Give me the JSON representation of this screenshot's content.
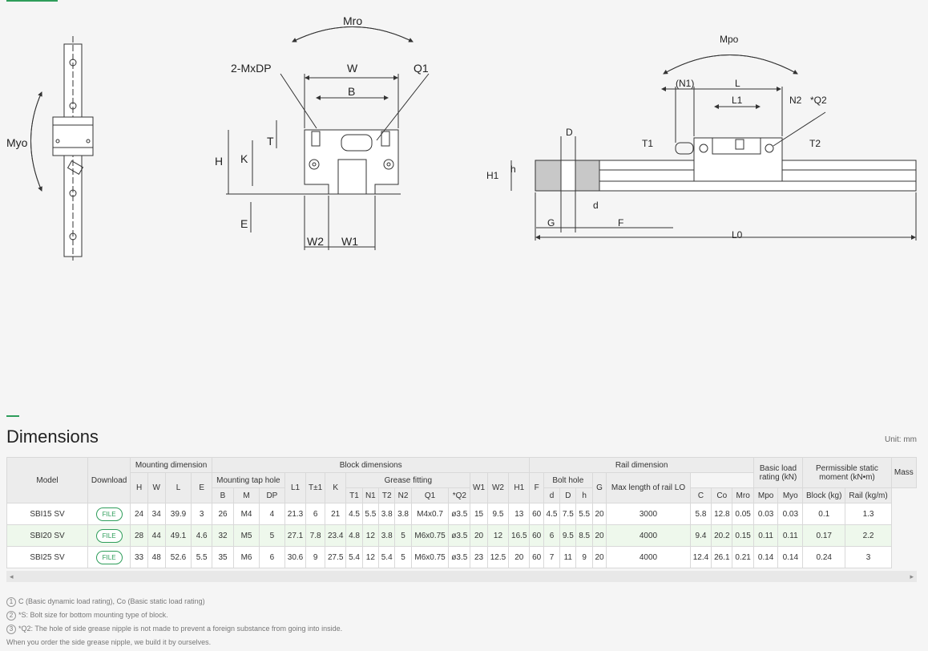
{
  "drawing": {
    "labels": {
      "myo": "Myo",
      "mro": "Mro",
      "mpo": "Mpo",
      "mxdp": "2-MxDP",
      "w": "W",
      "q1": "Q1",
      "b": "B",
      "t": "T",
      "h": "H",
      "k": "K",
      "e": "E",
      "w2": "W2",
      "w1": "W1",
      "n1": "(N1)",
      "l": "L",
      "l1": "L1",
      "n2": "N2",
      "q2": "*Q2",
      "t1": "T1",
      "t2": "T2",
      "d_big": "D",
      "h1": "H1",
      "h_small": "h",
      "d_small": "d",
      "g": "G",
      "f": "F",
      "l0": "L0"
    }
  },
  "section": {
    "title": "Dimensions",
    "unit": "Unit: mm"
  },
  "table": {
    "group_headers": {
      "model": "Model",
      "download": "Download",
      "mounting": "Mounting dimension",
      "block": "Block dimensions",
      "rail": "Rail dimension",
      "basic_load": "Basic load rating (kN)",
      "permissible": "Permissible static moment (kN•m)",
      "mass": "Mass"
    },
    "sub_headers": {
      "mounting_tap": "Mounting tap hole",
      "grease": "Grease fitting",
      "bolt_hole": "Bolt hole"
    },
    "columns": {
      "H": "H",
      "W": "W",
      "L": "L",
      "E": "E",
      "B": "B",
      "M": "M",
      "DP": "DP",
      "L1": "L1",
      "T": "T±1",
      "K": "K",
      "T1": "T1",
      "N1": "N1",
      "T2": "T2",
      "N2": "N2",
      "Q1": "Q1",
      "Q2": "*Q2",
      "W1": "W1",
      "W2": "W2",
      "H1": "H1",
      "F": "F",
      "d": "d",
      "D": "D",
      "h": "h",
      "G": "G",
      "maxlen": "Max length of rail LO",
      "C": "C",
      "Co": "Co",
      "Mro": "Mro",
      "Mpo": "Mpo",
      "Myo": "Myo",
      "block_kg": "Block (kg)",
      "rail_kgm": "Rail (kg/m)"
    },
    "file_label": "FILE",
    "rows": [
      {
        "model": "SBI15 SV",
        "H": "24",
        "W": "34",
        "L": "39.9",
        "E": "3",
        "B": "26",
        "M": "M4",
        "DP": "4",
        "L1": "21.3",
        "T": "6",
        "K": "21",
        "T1": "4.5",
        "N1": "5.5",
        "T2": "3.8",
        "N2": "3.8",
        "Q1": "M4x0.7",
        "Q2": "ø3.5",
        "W1": "15",
        "W2": "9.5",
        "H1": "13",
        "F": "60",
        "d": "4.5",
        "D": "7.5",
        "h": "5.5",
        "G": "20",
        "maxlen": "3000",
        "C": "5.8",
        "Co": "12.8",
        "Mro": "0.05",
        "Mpo": "0.03",
        "Myo": "0.03",
        "block_kg": "0.1",
        "rail_kgm": "1.3"
      },
      {
        "model": "SBI20 SV",
        "H": "28",
        "W": "44",
        "L": "49.1",
        "E": "4.6",
        "B": "32",
        "M": "M5",
        "DP": "5",
        "L1": "27.1",
        "T": "7.8",
        "K": "23.4",
        "T1": "4.8",
        "N1": "12",
        "T2": "3.8",
        "N2": "5",
        "Q1": "M6x0.75",
        "Q2": "ø3.5",
        "W1": "20",
        "W2": "12",
        "H1": "16.5",
        "F": "60",
        "d": "6",
        "D": "9.5",
        "h": "8.5",
        "G": "20",
        "maxlen": "4000",
        "C": "9.4",
        "Co": "20.2",
        "Mro": "0.15",
        "Mpo": "0.11",
        "Myo": "0.11",
        "block_kg": "0.17",
        "rail_kgm": "2.2"
      },
      {
        "model": "SBI25 SV",
        "H": "33",
        "W": "48",
        "L": "52.6",
        "E": "5.5",
        "B": "35",
        "M": "M6",
        "DP": "6",
        "L1": "30.6",
        "T": "9",
        "K": "27.5",
        "T1": "5.4",
        "N1": "12",
        "T2": "5.4",
        "N2": "5",
        "Q1": "M6x0.75",
        "Q2": "ø3.5",
        "W1": "23",
        "W2": "12.5",
        "H1": "20",
        "F": "60",
        "d": "7",
        "D": "11",
        "h": "9",
        "G": "20",
        "maxlen": "4000",
        "C": "12.4",
        "Co": "26.1",
        "Mro": "0.21",
        "Mpo": "0.14",
        "Myo": "0.14",
        "block_kg": "0.24",
        "rail_kgm": "3"
      }
    ]
  },
  "scroll": {
    "left_icon": "◂",
    "right_icon": "▸"
  },
  "notes": [
    {
      "num": "1",
      "text": "C (Basic dynamic load rating), Co (Basic static load rating)"
    },
    {
      "num": "2",
      "text": "*S: Bolt size for bottom mounting type of block."
    },
    {
      "num": "3",
      "text": "*Q2: The hole of side grease nipple is not made to prevent a foreign substance from going into inside."
    },
    {
      "num": "",
      "text": "When you order the side grease nipple, we build it by ourselves."
    }
  ],
  "colors": {
    "accent": "#2e9d5a",
    "row_highlight": "#eef8ec"
  }
}
